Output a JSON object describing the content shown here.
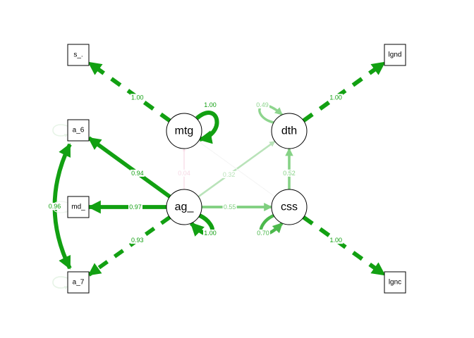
{
  "diagram": {
    "type": "path-diagram",
    "nodes": [
      {
        "id": "s_",
        "label": "s_.",
        "shape": "box"
      },
      {
        "id": "a_6",
        "label": "a_6",
        "shape": "box"
      },
      {
        "id": "md_",
        "label": "md_",
        "shape": "box"
      },
      {
        "id": "a_7",
        "label": "a_7",
        "shape": "box"
      },
      {
        "id": "lgnd",
        "label": "lgnd",
        "shape": "box"
      },
      {
        "id": "lgnc",
        "label": "lgnc",
        "shape": "box"
      },
      {
        "id": "mtg",
        "label": "mtg",
        "shape": "circle"
      },
      {
        "id": "ag_",
        "label": "ag_",
        "shape": "circle"
      },
      {
        "id": "dth",
        "label": "dth",
        "shape": "circle"
      },
      {
        "id": "css",
        "label": "css",
        "shape": "circle"
      }
    ],
    "edges": [
      {
        "from": "mtg",
        "to": "s_",
        "label": "1.00",
        "color": "#12a012",
        "style": "dashed",
        "weight": 1.0
      },
      {
        "from": "ag_",
        "to": "a_6",
        "label": "0.94",
        "color": "#12a012",
        "style": "solid",
        "weight": 0.94
      },
      {
        "from": "ag_",
        "to": "md_",
        "label": "0.97",
        "color": "#12a012",
        "style": "solid",
        "weight": 0.97
      },
      {
        "from": "ag_",
        "to": "a_7",
        "label": "0.93",
        "color": "#12a012",
        "style": "dashed",
        "weight": 0.93
      },
      {
        "from": "dth",
        "to": "lgnd",
        "label": "1.00",
        "color": "#12a012",
        "style": "dashed",
        "weight": 1.0
      },
      {
        "from": "css",
        "to": "lgnc",
        "label": "1.00",
        "color": "#12a012",
        "style": "dashed",
        "weight": 1.0
      },
      {
        "from": "ag_",
        "to": "css",
        "label": "0.55",
        "color": "#7fcf7f",
        "style": "solid",
        "weight": 0.55
      },
      {
        "from": "ag_",
        "to": "dth",
        "label": "0.32",
        "color": "#b9e3b9",
        "style": "solid",
        "weight": 0.32
      },
      {
        "from": "css",
        "to": "dth",
        "label": "0.52",
        "color": "#86d286",
        "style": "solid",
        "weight": 0.52
      },
      {
        "from": "ag_",
        "to": "mtg",
        "label": "0.04",
        "color": "#f6d8e4",
        "style": "solid",
        "weight": 0.04
      },
      {
        "from": "css",
        "to": "mtg",
        "label": "",
        "color": "#f4f4f4",
        "style": "solid",
        "weight": 0.01
      }
    ],
    "covariances": [
      {
        "from": "a_6",
        "to": "a_7",
        "label": "0.96",
        "color": "#12a012",
        "weight": 0.96
      }
    ],
    "self_loops": [
      {
        "node": "mtg",
        "label": "1.00",
        "color": "#12a012",
        "weight": 1.0
      },
      {
        "node": "ag_",
        "label": "1.00",
        "color": "#12a012",
        "weight": 1.0
      },
      {
        "node": "dth",
        "label": "0.49",
        "color": "#8ed58e",
        "weight": 0.49
      },
      {
        "node": "css",
        "label": "0.70",
        "color": "#4cb94c",
        "weight": 0.7
      },
      {
        "node": "a_6",
        "label": "",
        "color": "#e7f4e7",
        "weight": 0.12
      },
      {
        "node": "md_",
        "label": "",
        "color": "#eef6ee",
        "weight": 0.06
      },
      {
        "node": "a_7",
        "label": "",
        "color": "#e7f4e7",
        "weight": 0.13
      }
    ]
  }
}
